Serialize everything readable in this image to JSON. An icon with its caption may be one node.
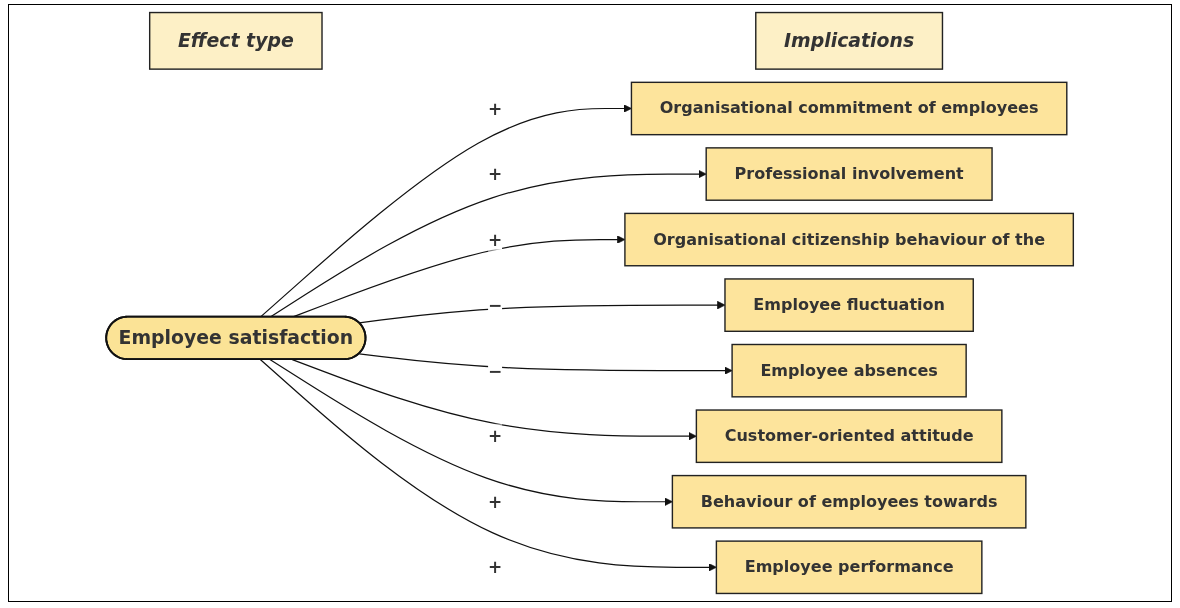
{
  "diagram": {
    "nodes": [
      {
        "text": [
          "Effect type"
        ]
      },
      {
        "text": [
          "Implications"
        ]
      },
      {
        "text": [
          "Employee satisfaction"
        ]
      },
      {
        "text": [
          "Organisational commitment of employees"
        ]
      },
      {
        "text": [
          "Professional involvement"
        ]
      },
      {
        "text": [
          "Organisational citizenship behaviour of the"
        ]
      },
      {
        "text": [
          "Employee fluctuation"
        ]
      },
      {
        "text": [
          "Employee absences"
        ]
      },
      {
        "text": [
          "Customer-oriented attitude"
        ]
      },
      {
        "text": [
          "Behaviour of employees towards"
        ]
      },
      {
        "text": [
          "Employee performance"
        ]
      }
    ],
    "edges": [
      {
        "from": 2,
        "to": 3,
        "arrow": "to",
        "label": "+"
      },
      {
        "from": 2,
        "to": 4,
        "arrow": "to",
        "label": "+"
      },
      {
        "from": 2,
        "to": 5,
        "arrow": "to",
        "label": "+"
      },
      {
        "from": 2,
        "to": 6,
        "arrow": "to",
        "label": "−"
      },
      {
        "from": 2,
        "to": 7,
        "arrow": "to",
        "label": "−"
      },
      {
        "from": 2,
        "to": 8,
        "arrow": "to",
        "label": "+"
      },
      {
        "from": 2,
        "to": 9,
        "arrow": "to",
        "label": "+"
      },
      {
        "from": 2,
        "to": 10,
        "arrow": "to",
        "label": "+"
      }
    ]
  }
}
